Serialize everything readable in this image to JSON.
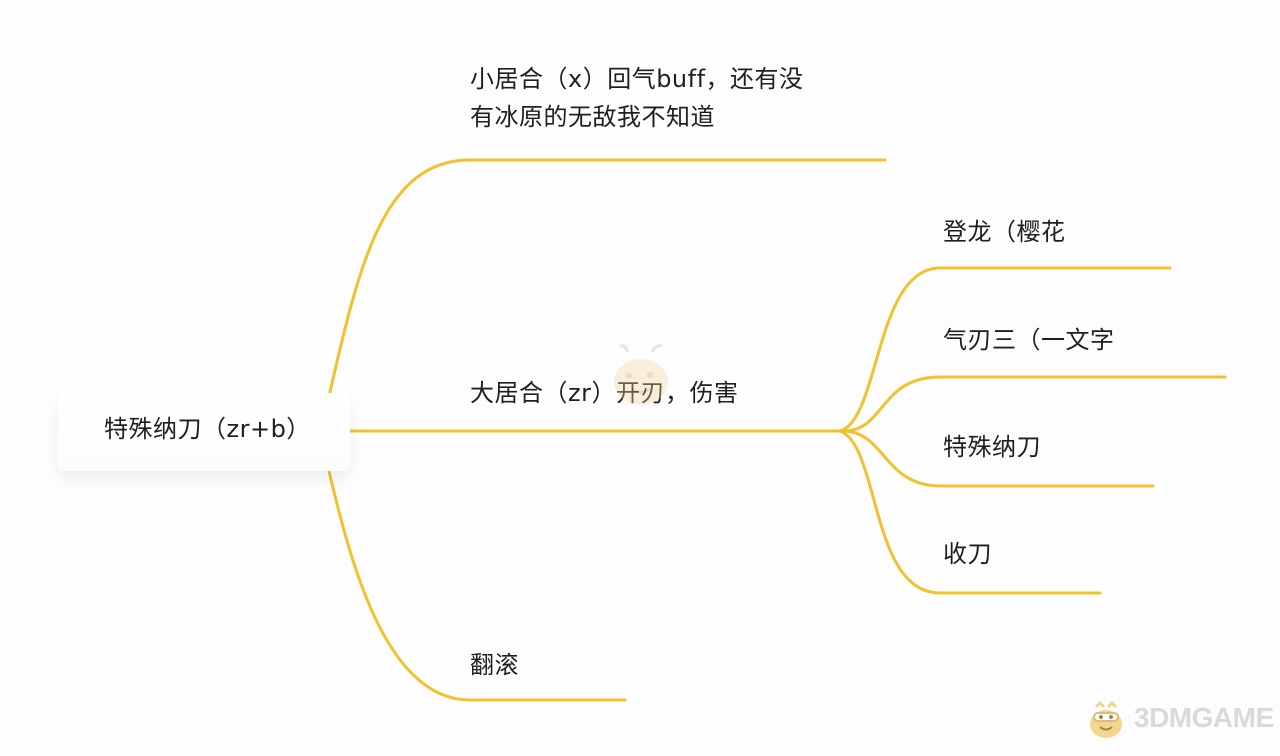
{
  "diagram": {
    "root": {
      "label": "特殊纳刀（zr+b）"
    },
    "branches": [
      {
        "id": "branch-small-iai",
        "label": "小居合（x）回气buff，还有没有冰原的无敌我不知道"
      },
      {
        "id": "branch-big-iai",
        "label": "大居合（zr）开刃，伤害",
        "children": [
          {
            "label": "登龙（樱花"
          },
          {
            "label": "气刃三（一文字"
          },
          {
            "label": "特殊纳刀"
          },
          {
            "label": "收刀"
          }
        ]
      },
      {
        "id": "branch-roll",
        "label": "翻滚"
      }
    ]
  },
  "colors": {
    "branch_line": "#f2c12e",
    "text": "#1f1f1f",
    "background": "#fdfdfd"
  },
  "watermark": {
    "brand": "3DMGAME"
  }
}
